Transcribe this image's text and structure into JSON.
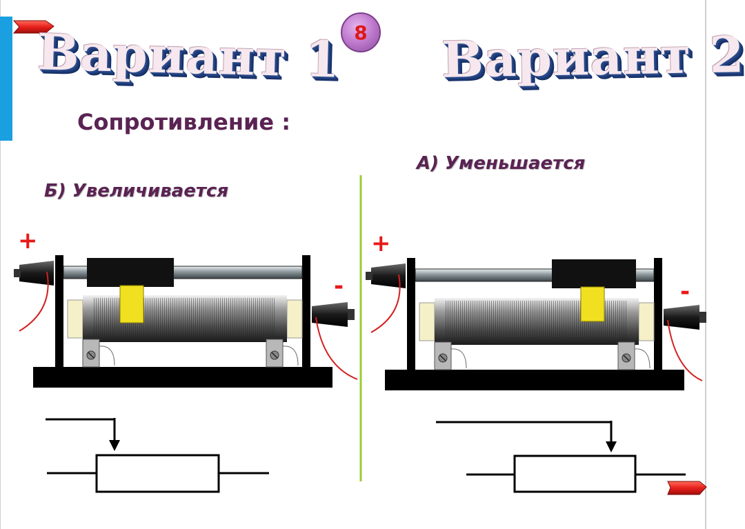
{
  "slide": {
    "badge_number": "8",
    "variant_left_title": "Вариант 1",
    "variant_right_title": "Вариант 2",
    "heading": "Сопротивление :",
    "left_answer": "Б) Увеличивается",
    "right_answer": "А) Уменьшается",
    "plus_sign": "+",
    "minus_sign": "-"
  },
  "colors": {
    "accent_blue_bar": "#1a9fe0",
    "nav_arrow_red": "#e8201c",
    "divider_green": "#9acd32",
    "heading_text": "#5a2353",
    "slider_yellow": "#f0e020"
  },
  "icons": {
    "top_left": "nav-back-arrow-icon",
    "bottom_right": "nav-forward-arrow-icon"
  }
}
